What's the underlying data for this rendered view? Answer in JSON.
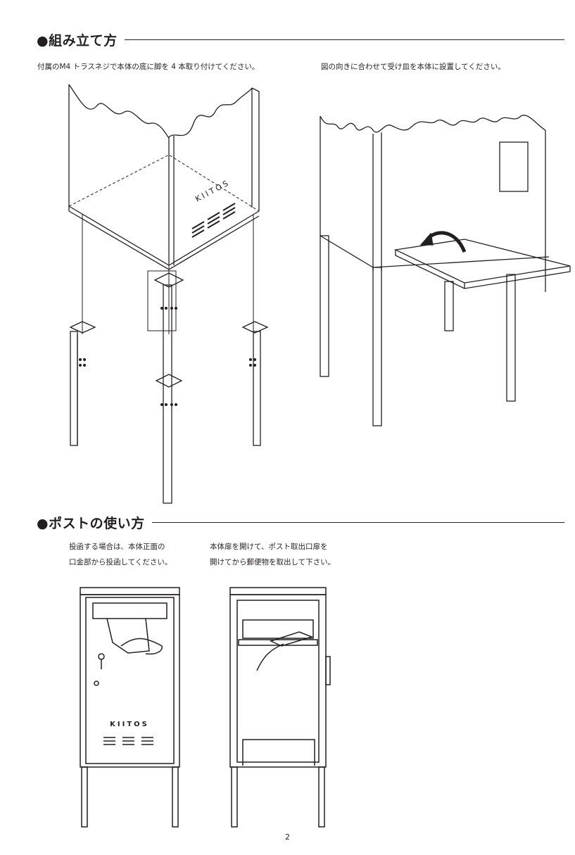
{
  "sections": [
    {
      "title": "●組み立て方",
      "steps": [
        {
          "text": "付属のM4 トラスネジで本体の底に脚を 4 本取り付けてください。"
        },
        {
          "text": "図の向きに合わせて受け皿を本体に設置してください。"
        }
      ]
    },
    {
      "title": "●ポストの使い方",
      "steps": [
        {
          "lines": [
            "投函する場合は、本体正面の",
            "口金部から投函してください。"
          ]
        },
        {
          "lines": [
            "本体扉を開けて、ポスト取出口扉を",
            "開けてから郵便物を取出して下さい。"
          ]
        }
      ]
    }
  ],
  "figures": {
    "brand_label": "KIITOS",
    "brand_label_spaced": "KIITOS"
  },
  "page_number": "2"
}
